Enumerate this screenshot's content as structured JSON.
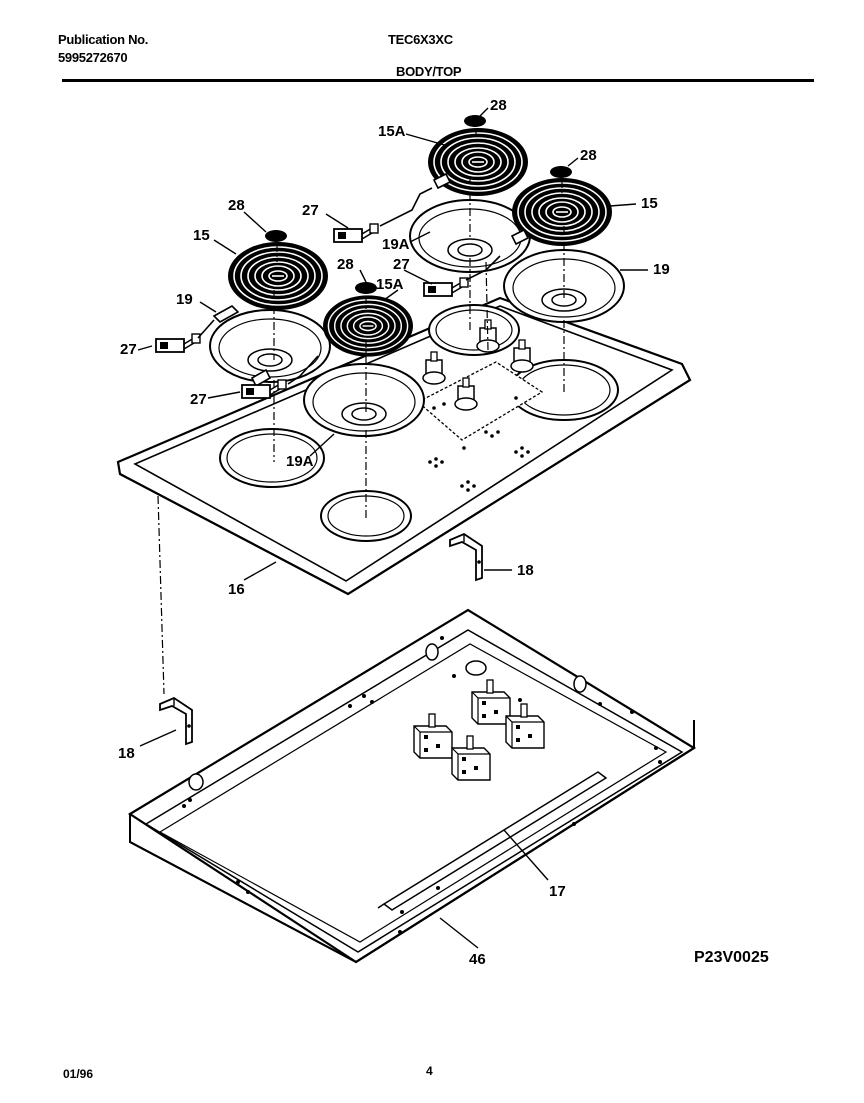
{
  "header": {
    "publication_label": "Publication No.",
    "publication_number": "5995272670",
    "model": "TEC6X3XC",
    "section": "BODY/TOP"
  },
  "callouts": {
    "c28_top": "28",
    "c15a_top": "15A",
    "c28_right": "28",
    "c15_right": "15",
    "c27_upper": "27",
    "c28_left": "28",
    "c15_left": "15",
    "c19a_upper": "19A",
    "c28_mid": "28",
    "c27_mid": "27",
    "c15a_mid": "15A",
    "c19_right": "19",
    "c19_left": "19",
    "c27_left": "27",
    "c27_lower": "27",
    "c19a_lower": "19A",
    "c18_right": "18",
    "c16": "16",
    "c18_left": "18",
    "c17": "17",
    "c46": "46"
  },
  "diagram_code": "P23V0025",
  "footer": {
    "date": "01/96",
    "page": "4"
  }
}
